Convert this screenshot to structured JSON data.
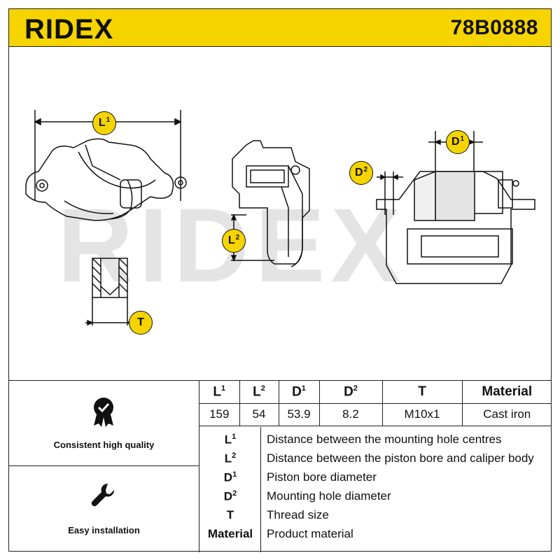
{
  "header": {
    "brand": "RIDEX",
    "part_number": "78B0888"
  },
  "watermark": "RIDEX",
  "dimension_labels": {
    "l1": {
      "base": "L",
      "sup": "1"
    },
    "l2": {
      "base": "L",
      "sup": "2"
    },
    "d1": {
      "base": "D",
      "sup": "1"
    },
    "d2": {
      "base": "D",
      "sup": "2"
    },
    "t": {
      "base": "T",
      "sup": ""
    }
  },
  "features": [
    {
      "icon": "quality-badge-icon",
      "caption": "Consistent high quality"
    },
    {
      "icon": "wrench-icon",
      "caption": "Easy installation"
    }
  ],
  "spec_table": {
    "headers": [
      {
        "base": "L",
        "sup": "1"
      },
      {
        "base": "L",
        "sup": "2"
      },
      {
        "base": "D",
        "sup": "1"
      },
      {
        "base": "D",
        "sup": "2"
      },
      {
        "base": "T",
        "sup": ""
      },
      {
        "base": "Material",
        "sup": ""
      }
    ],
    "values": [
      "159",
      "54",
      "53.9",
      "8.2",
      "M10x1",
      "Cast iron"
    ]
  },
  "legend": [
    {
      "key": "L",
      "sup": "1",
      "text": "Distance between the mounting hole centres"
    },
    {
      "key": "L",
      "sup": "2",
      "text": "Distance between the piston bore and caliper body"
    },
    {
      "key": "D",
      "sup": "1",
      "text": "Piston bore diameter"
    },
    {
      "key": "D",
      "sup": "2",
      "text": "Mounting hole diameter"
    },
    {
      "key": "T",
      "sup": "",
      "text": "Thread size"
    },
    {
      "key": "Material",
      "sup": "",
      "text": "Product material"
    }
  ],
  "colors": {
    "accent": "#f5d400",
    "line": "#222222",
    "watermark": "#e4e4e4"
  }
}
